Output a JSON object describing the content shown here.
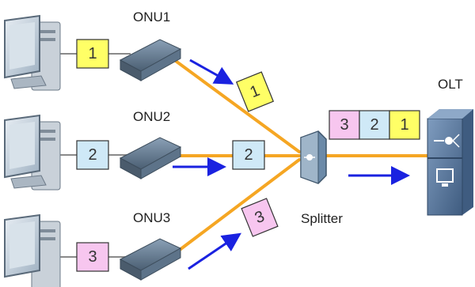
{
  "labels": {
    "onu1": "ONU1",
    "onu2": "ONU2",
    "onu3": "ONU3",
    "olt": "OLT",
    "splitter": "Splitter"
  },
  "packets": {
    "onu1_local": "1",
    "onu2_local": "2",
    "onu3_local": "3",
    "onu1_inflight": "1",
    "onu2_inflight": "2",
    "onu3_inflight": "3",
    "combined": [
      "3",
      "2",
      "1"
    ]
  },
  "colors": {
    "fiber": "#f5a623",
    "arrow": "#1a22e0",
    "packet1": "#ffff66",
    "packet2": "#cfe9f7",
    "packet3": "#f7c6ef",
    "device": "#5d7389",
    "olt": "#4f6f96"
  },
  "icons": {
    "pc": "desktop-computer-icon",
    "onu": "onu-device-icon",
    "splitter": "optical-splitter-icon",
    "olt": "olt-device-icon"
  }
}
